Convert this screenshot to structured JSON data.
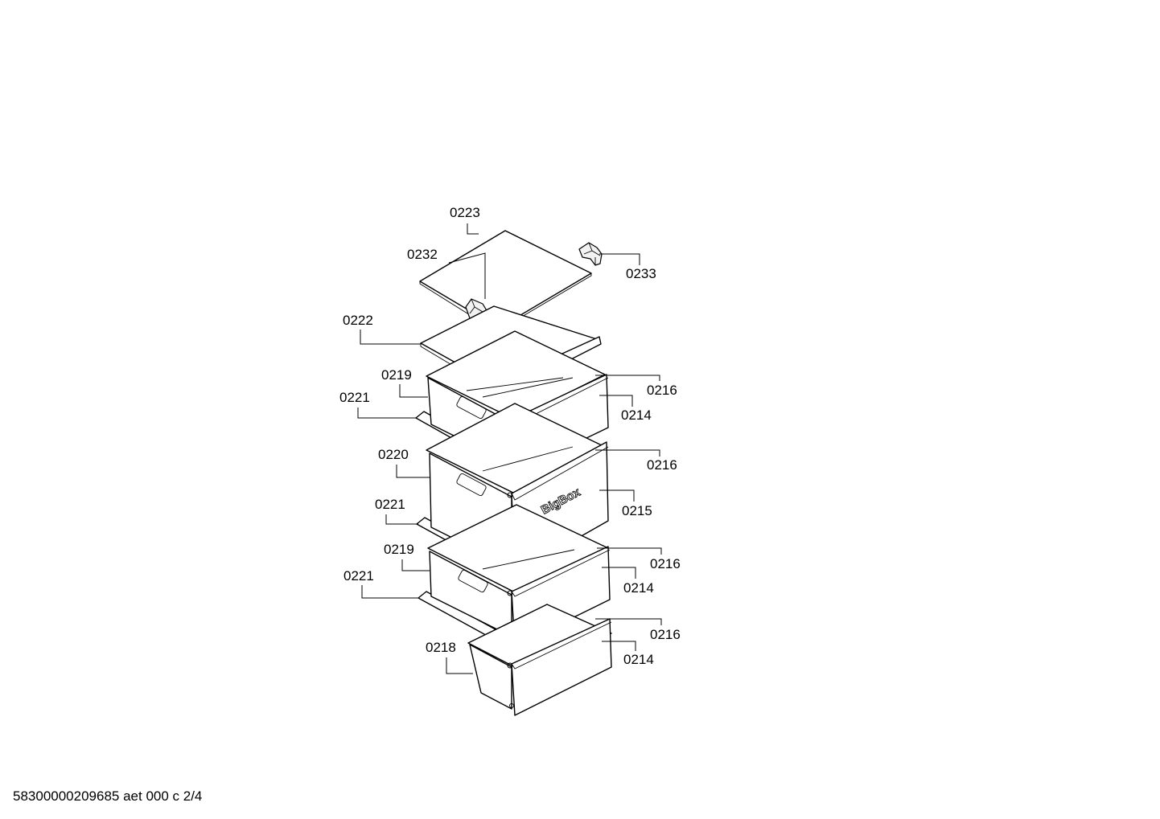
{
  "diagram": {
    "labels": {
      "p0223": "0223",
      "p0232": "0232",
      "p0233": "0233",
      "p0222": "0222",
      "p0219a": "0219",
      "p0216a": "0216",
      "p0221a": "0221",
      "p0214a": "0214",
      "p0220": "0220",
      "p0216b": "0216",
      "p0221b": "0221",
      "p0215": "0215",
      "p0219b": "0219",
      "p0216c": "0216",
      "p0221c": "0221",
      "p0214b": "0214",
      "p0216d": "0216",
      "p0218": "0218",
      "p0214c": "0214"
    },
    "brand_mark": "BigBox"
  },
  "footer": {
    "drawing_code": "58300000209685 aet 000 c 2/4"
  }
}
